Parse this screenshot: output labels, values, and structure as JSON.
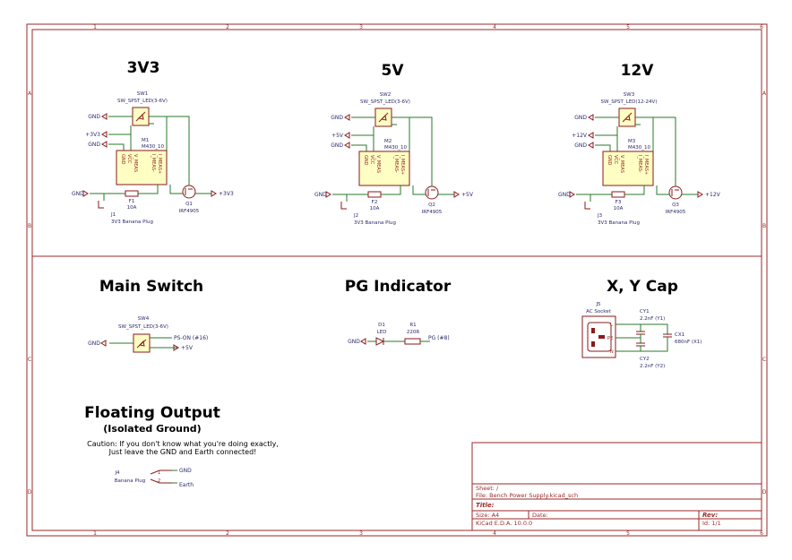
{
  "frame": {
    "columns": [
      "1",
      "2",
      "3",
      "4",
      "5",
      "6"
    ],
    "rows": [
      "A",
      "B",
      "C",
      "D"
    ]
  },
  "sections": {
    "v3v3": "3V3",
    "v5": "5V",
    "v12": "12V",
    "main_switch": "Main Switch",
    "pg_indicator": "PG Indicator",
    "xy_cap": "X, Y Cap",
    "floating_output": "Floating Output",
    "isolated_ground": "(Isolated Ground)"
  },
  "caution": {
    "line1": "Caution: If  you don't know what you're doing exactly,",
    "line2": "Just leave the GND and Earth connected!"
  },
  "supplies": [
    {
      "sw_ref": "SW1",
      "sw_value": "SW_SPST_LED(3-6V)",
      "m_ref": "M1",
      "m_value": "M430_10",
      "f_ref": "F1",
      "f_value": "10A",
      "q_ref": "Q1",
      "q_value": "IRF4905",
      "j_ref": "J1",
      "j_value": "3V3 Banana Plug",
      "rail": "+3V3",
      "out": "+3V3"
    },
    {
      "sw_ref": "SW2",
      "sw_value": "SW_SPST_LED(3-6V)",
      "m_ref": "M2",
      "m_value": "M430_10",
      "f_ref": "F2",
      "f_value": "10A",
      "q_ref": "Q2",
      "q_value": "IRF4905",
      "j_ref": "J2",
      "j_value": "3V3 Banana Plug",
      "rail": "+5V",
      "out": "+5V"
    },
    {
      "sw_ref": "SW3",
      "sw_value": "SW_SPST_LED(12-24V)",
      "m_ref": "M3",
      "m_value": "M430_10",
      "f_ref": "F3",
      "f_value": "10A",
      "q_ref": "Q3",
      "q_value": "IRF4905",
      "j_ref": "J3",
      "j_value": "3V3 Banana Plug",
      "rail": "+12V",
      "out": "+12V"
    }
  ],
  "nets": {
    "gnd": "GND",
    "earth": "Earth"
  },
  "meter_pins": [
    "GND",
    "VCC",
    "V_MEAS",
    "I_MEAS-",
    "I_MEAS+"
  ],
  "main_switch": {
    "sw_ref": "SW4",
    "sw_value": "SW_SPST_LED(3-6V)",
    "net_ps_on": "PS-ON (#16)",
    "net_5v": "+5V",
    "net_gnd": "GND"
  },
  "pg": {
    "d_ref": "D1",
    "d_value": "LED",
    "r_ref": "R1",
    "r_value": "220R",
    "net_pg": "PG (#8)",
    "net_gnd": "GND"
  },
  "xy": {
    "j_ref": "J5",
    "j_value": "AC Socket",
    "pins": [
      "L",
      "PE",
      "N"
    ],
    "cy1_ref": "CY1",
    "cy1_value": "2.2nF (Y1)",
    "cy2_ref": "CY2",
    "cy2_value": "2.2nF (Y2)",
    "cx1_ref": "CX1",
    "cx1_value": "680nF (X1)"
  },
  "floating": {
    "j_ref": "J4",
    "j_value": "Banana Plug"
  },
  "title_block": {
    "sheet": "Sheet: /",
    "file": "File: Bench Power Supply.kicad_sch",
    "title": "Title:",
    "size": "Size: A4",
    "date": "Date:",
    "rev": "Rev:",
    "tool": "KiCad E.D.A. 10.0.0",
    "id": "Id: 1/1"
  },
  "colors": {
    "frame": "#9b2a2a",
    "wire": "#2a7a2a",
    "component": "#8a1a1a",
    "fill": "#ffffc4",
    "text": "#2a2a6a"
  }
}
